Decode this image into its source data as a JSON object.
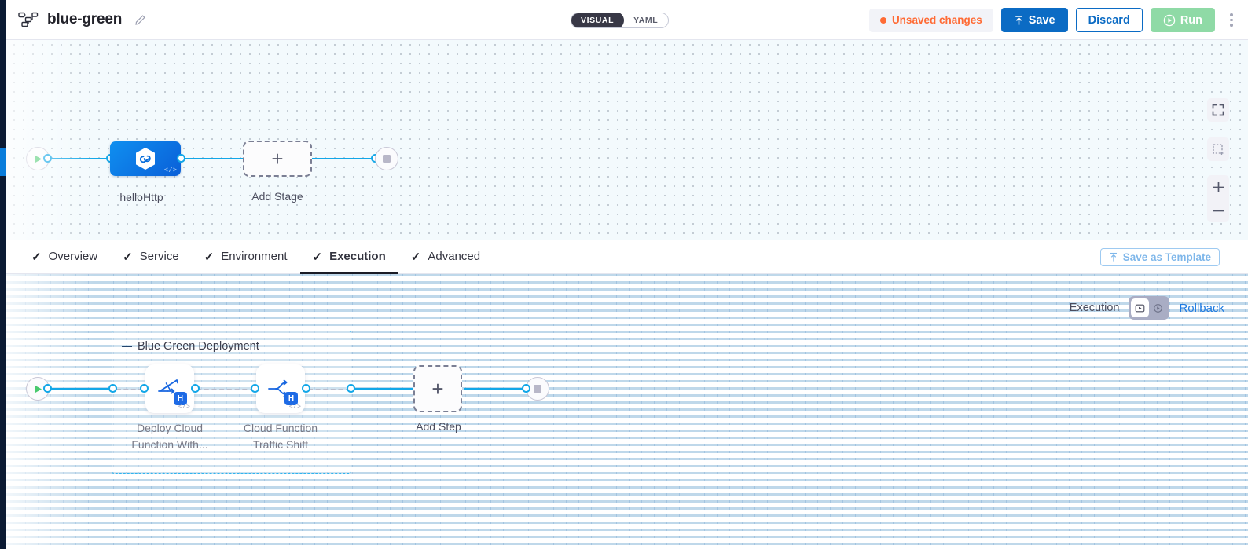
{
  "header": {
    "pipeline_icon": "pipeline-nodes-icon",
    "title": "blue-green",
    "edit_icon": "pencil-icon",
    "mode_toggle": {
      "options": [
        "VISUAL",
        "YAML"
      ],
      "selected": "VISUAL"
    },
    "unsaved_label": "Unsaved changes",
    "unsaved_color": "#ff6b35",
    "save_label": "Save",
    "discard_label": "Discard",
    "run_label": "Run",
    "more_icon": "kebab-menu-icon"
  },
  "stage_canvas": {
    "start_icon": "play-icon",
    "stage": {
      "label": "helloHttp",
      "icon": "harness-hexagon-icon",
      "code_tag": "</>"
    },
    "add_stage": {
      "label": "Add Stage",
      "glyph": "+"
    },
    "end_icon": "stop-icon",
    "controls": [
      {
        "name": "fit-screen-icon"
      },
      {
        "name": "zoom-to-selection-icon"
      },
      {
        "name": "zoom-in-icon",
        "glyph": "+"
      },
      {
        "name": "zoom-out-icon",
        "glyph": "−"
      }
    ]
  },
  "tabs": {
    "items": [
      {
        "label": "Overview",
        "check": "✓",
        "active": false
      },
      {
        "label": "Service",
        "check": "✓",
        "active": false
      },
      {
        "label": "Environment",
        "check": "✓",
        "active": false
      },
      {
        "label": "Execution",
        "check": "✓",
        "active": true
      },
      {
        "label": "Advanced",
        "check": "✓",
        "active": false
      }
    ],
    "save_as_template": {
      "label": "Save as Template",
      "icon": "upload-template-icon"
    }
  },
  "execution": {
    "toolbar": {
      "label": "Execution",
      "mode_a_icon": "execution-view-icon",
      "mode_b_icon": "rollback-view-icon",
      "selected": "mode_a",
      "rollback_label": "Rollback"
    },
    "start_icon": "play-icon",
    "end_icon": "stop-icon",
    "group": {
      "title": "Blue Green Deployment",
      "collapse_icon": "collapse-dash-icon",
      "steps": [
        {
          "label": "Deploy Cloud Function With...",
          "line1": "Deploy Cloud",
          "line2": "Function With...",
          "icon": "deploy-cloud-function-icon",
          "badge": "H",
          "code_tag": "</>"
        },
        {
          "label": "Cloud Function Traffic Shift",
          "line1": "Cloud Function",
          "line2": "Traffic Shift",
          "icon": "traffic-shift-icon",
          "badge": "H",
          "code_tag": "</>"
        }
      ]
    },
    "add_step": {
      "label": "Add Step",
      "glyph": "+"
    }
  },
  "colors": {
    "accent_blue": "#0b6bc4",
    "edge_blue": "#12a7e8",
    "run_green": "#8fdaa6",
    "warning_orange": "#ff6b35",
    "group_border": "#2fb4ef"
  }
}
